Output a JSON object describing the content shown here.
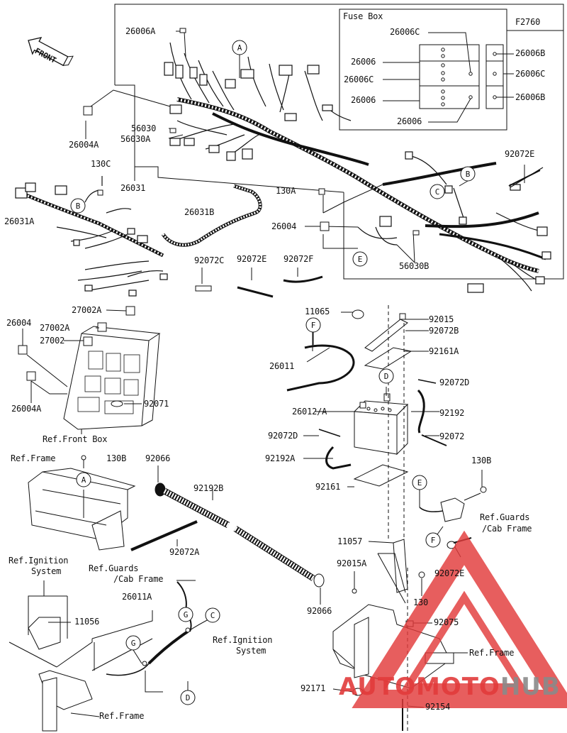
{
  "diagram": {
    "code": "F2760",
    "fuse_box_title": "Fuse Box",
    "front_label": "FRONT"
  },
  "callouts": [
    "A",
    "B",
    "C",
    "D",
    "E",
    "F",
    "G"
  ],
  "labels": {
    "p26006A": "26006A",
    "p26004A_top": "26004A",
    "p56030": "56030",
    "p56030A": "56030A",
    "p26031": "26031",
    "p130C": "130C",
    "p26031A": "26031A",
    "p26031B": "26031B",
    "p130A": "130A",
    "p26004": "26004",
    "p56030B": "56030B",
    "p92072E_top": "92072E",
    "p92072C": "92072C",
    "p92072E_mid": "92072E",
    "p92072F": "92072F",
    "fb_26006C_top": "26006C",
    "fb_26006_1": "26006",
    "fb_26006C_mid": "26006C",
    "fb_26006_2": "26006",
    "fb_26006_bottom": "26006",
    "fb_26006B_1": "26006B",
    "fb_26006C_right": "26006C",
    "fb_26006B_2": "26006B",
    "p27002A_1": "27002A",
    "p26004_left": "26004",
    "p27002A_2": "27002A",
    "p27002": "27002",
    "p26004A_left": "26004A",
    "p92071": "92071",
    "ref_front_box": "Ref.Front Box",
    "p11065": "11065",
    "p92015": "92015",
    "p92072B": "92072B",
    "p92161A": "92161A",
    "p26011": "26011",
    "p92072D_r": "92072D",
    "p26012A": "26012/A",
    "p92192": "92192",
    "p92072D_l": "92072D",
    "p92072": "92072",
    "p92192A": "92192A",
    "p92161": "92161",
    "ref_frame_1": "Ref.Frame",
    "p130B_1": "130B",
    "p92066_top": "92066",
    "p92192B": "92192B",
    "p92072A": "92072A",
    "p130B_2": "130B",
    "ref_guards_1a": "Ref.Guards",
    "ref_guards_1b": "/Cab Frame",
    "p11057": "11057",
    "p92015A": "92015A",
    "p92072E_low": "92072E",
    "p130": "130",
    "p92066_low": "92066",
    "ref_ign_1a": "Ref.Ignition",
    "ref_ign_1b": "System",
    "ref_guards_2a": "Ref.Guards",
    "ref_guards_2b": "/Cab Frame",
    "p26011A": "26011A",
    "p11056": "11056",
    "ref_ign_2a": "Ref.Ignition",
    "ref_ign_2b": "System",
    "p92075": "92075",
    "ref_frame_2": "Ref.Frame",
    "ref_frame_3": "Ref.Frame",
    "p92171": "92171",
    "p92154": "92154"
  },
  "watermark": {
    "word_auto": "AUTO",
    "word_moto": "MOTO",
    "word_hub": "HUB",
    "color_red": "#e23b3b",
    "color_gray": "#8a8a8a"
  }
}
